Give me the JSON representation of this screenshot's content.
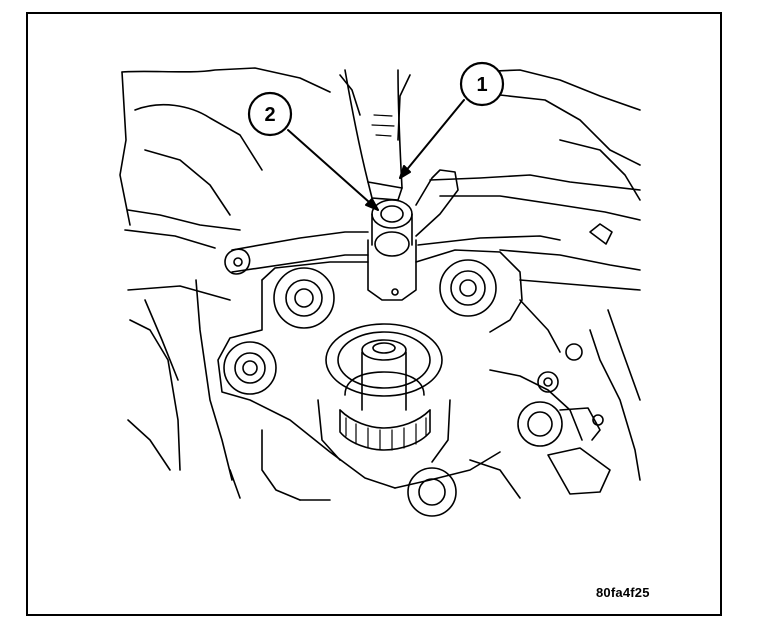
{
  "figure": {
    "code": "80fa4f25",
    "callouts": [
      {
        "id": "1",
        "label": "1"
      },
      {
        "id": "2",
        "label": "2"
      }
    ]
  },
  "colors": {
    "line": "#000000",
    "background": "#ffffff"
  }
}
